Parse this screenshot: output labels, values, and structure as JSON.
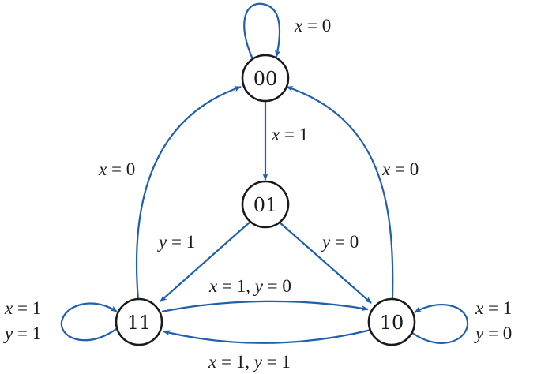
{
  "colors": {
    "edge": "#1f5fae",
    "node_stroke": "#1a1a1a",
    "background": "#ffffff"
  },
  "states": {
    "s00": {
      "label": "00"
    },
    "s01": {
      "label": "01"
    },
    "s11": {
      "label": "11"
    },
    "s10": {
      "label": "10"
    }
  },
  "transitions": {
    "t00_self": {
      "from": "00",
      "to": "00",
      "label": [
        "x = 0"
      ]
    },
    "t00_01": {
      "from": "00",
      "to": "01",
      "label": [
        "x = 1"
      ]
    },
    "t11_00": {
      "from": "11",
      "to": "00",
      "label": [
        "x = 0"
      ]
    },
    "t10_00": {
      "from": "10",
      "to": "00",
      "label": [
        "x = 0"
      ]
    },
    "t01_11": {
      "from": "01",
      "to": "11",
      "label": [
        "y = 1"
      ]
    },
    "t01_10": {
      "from": "01",
      "to": "10",
      "label": [
        "y = 0"
      ]
    },
    "t11_10": {
      "from": "11",
      "to": "10",
      "label": [
        "x = 1, y = 0"
      ]
    },
    "t10_11": {
      "from": "10",
      "to": "11",
      "label": [
        "x = 1, y = 1"
      ]
    },
    "t11_self": {
      "from": "11",
      "to": "11",
      "label": [
        "x = 1",
        "y = 1"
      ]
    },
    "t10_self": {
      "from": "10",
      "to": "10",
      "label": [
        "x = 1",
        "y = 0"
      ]
    }
  }
}
